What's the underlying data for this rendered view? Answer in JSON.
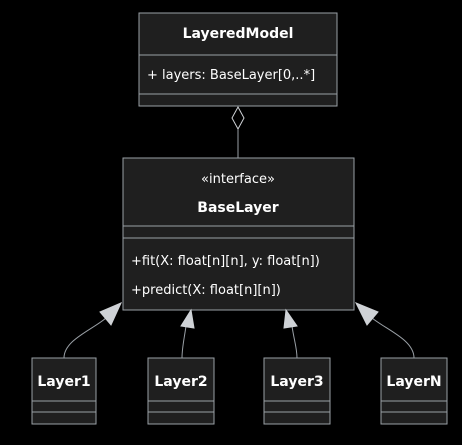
{
  "diagram": {
    "layered_model": {
      "name": "LayeredModel",
      "attribute": "+ layers: BaseLayer[0,..*]"
    },
    "base_layer": {
      "stereotype": "«interface»",
      "name": "BaseLayer",
      "methods": [
        "+fit(X: float[n][n], y: float[n])",
        "+predict(X: float[n][n])"
      ]
    },
    "layers": [
      "Layer1",
      "Layer2",
      "Layer3",
      "LayerN"
    ]
  },
  "colors": {
    "background": "#000000",
    "box": "#1f1f1f",
    "border": "#9aa0a6",
    "text": "#ffffff"
  }
}
